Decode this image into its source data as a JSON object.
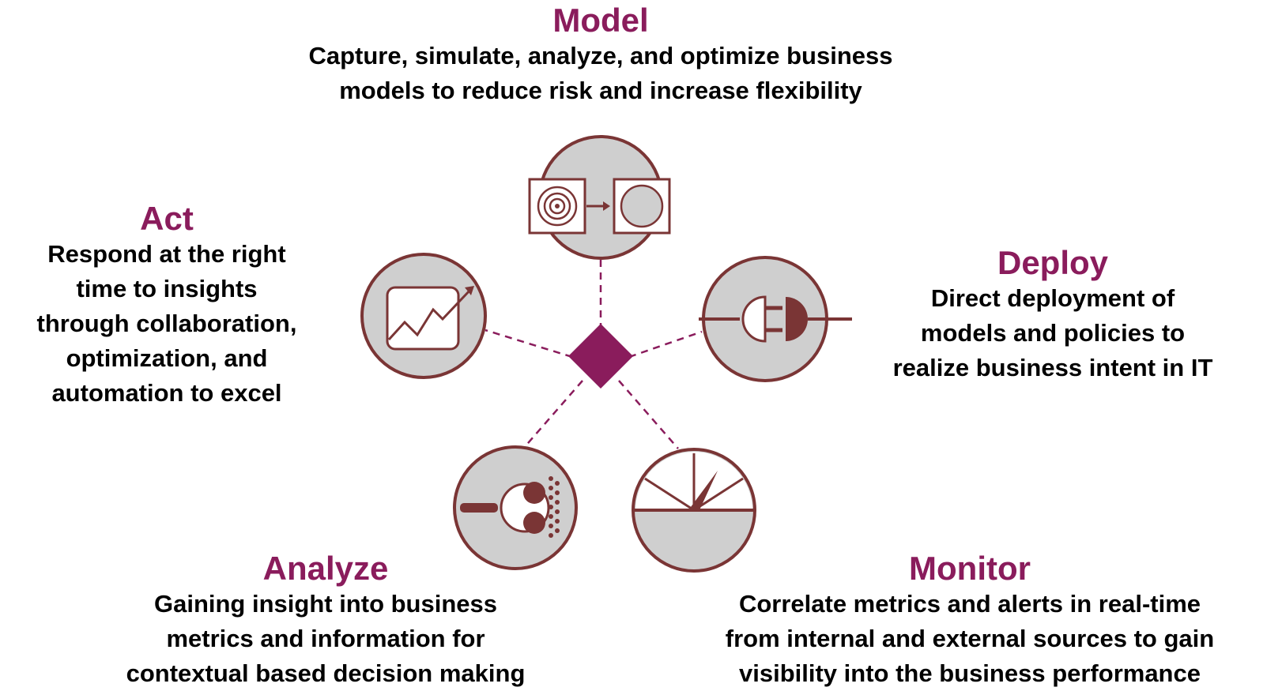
{
  "colors": {
    "title": "#8a1c5c",
    "hub": "#8a1c5c",
    "icon_fill": "#cfcfcf",
    "icon_stroke": "#7a3535",
    "connector": "#8a1c5c",
    "text": "#000000"
  },
  "hub": {
    "shape": "diamond"
  },
  "model": {
    "title": "Model",
    "desc1": "Capture, simulate, analyze, and optimize business",
    "desc2": "models to reduce risk and increase flexibility",
    "icon": "transform-icon"
  },
  "act": {
    "title": "Act",
    "desc1": "Respond at the right",
    "desc2": "time to insights",
    "desc3": "through collaboration,",
    "desc4": "optimization, and",
    "desc5": "automation to excel",
    "icon": "trend-chart-icon"
  },
  "deploy": {
    "title": "Deploy",
    "desc1": "Direct deployment of",
    "desc2": "models and policies to",
    "desc3": "realize business intent in IT",
    "icon": "plug-icon"
  },
  "analyze": {
    "title": "Analyze",
    "desc1": "Gaining insight into business",
    "desc2": "metrics and information for",
    "desc3": "contextual based decision making",
    "icon": "magnifier-icon"
  },
  "monitor": {
    "title": "Monitor",
    "desc1": "Correlate metrics and alerts in real-time",
    "desc2": "from internal and external sources to gain",
    "desc3": "visibility into the business performance",
    "icon": "gauge-icon"
  }
}
